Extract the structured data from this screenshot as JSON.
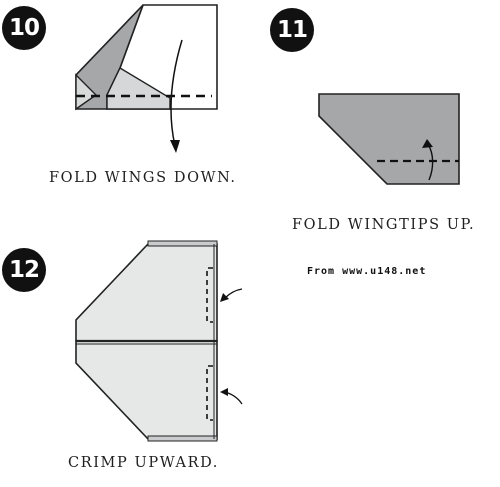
{
  "steps": [
    {
      "number": "10",
      "caption": "FOLD WINGS DOWN."
    },
    {
      "number": "11",
      "caption": "FOLD WINGTIPS UP."
    },
    {
      "number": "12",
      "caption": "CRIMP UPWARD."
    }
  ],
  "watermark": "From www.u148.net",
  "colors": {
    "paper_light": "#e6e8e8",
    "paper_mid": "#c9cbcc",
    "paper_dark": "#a5a7a9",
    "stroke": "#222222"
  }
}
